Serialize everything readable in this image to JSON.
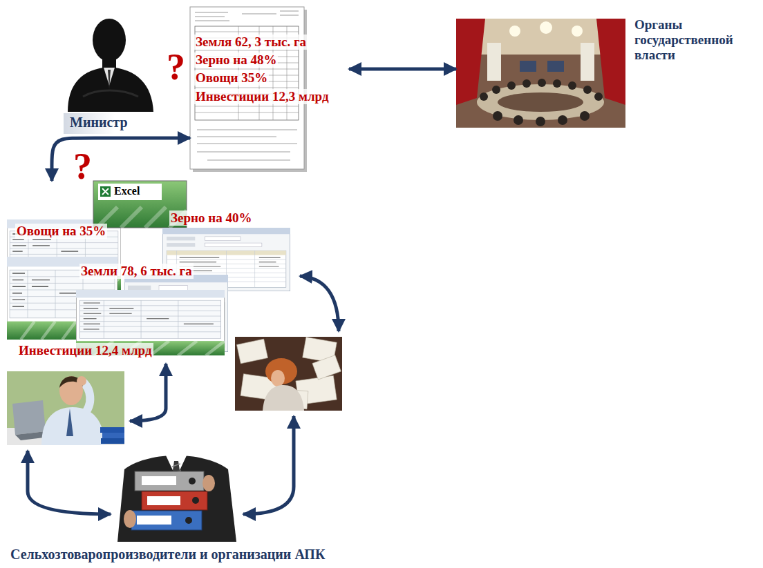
{
  "diagram": {
    "nodes": [
      {
        "text": [
          "Министр"
        ]
      },
      {
        "text": [
          "Земля 62, 3 тыс. га",
          "Зерно на 48%",
          "Овощи 35%",
          "Инвестиции 12,3 млрд"
        ]
      },
      {
        "text": [
          "Органы государственной власти"
        ]
      },
      {
        "text": [
          "Зерно на 40%",
          "Овощи на 35%",
          "Земли 78, 6 тыс. га",
          "Инвестиции 12,4 млрд"
        ]
      },
      {
        "text": [
          "Сельхозтоваропроизводители и организации АПК"
        ]
      }
    ],
    "edges": [
      {
        "from": 1,
        "to": 2,
        "arrow": "both"
      },
      {
        "from": 3,
        "to": 1,
        "arrow": "both"
      }
    ],
    "labels": [
      "?",
      "?",
      "Excel"
    ]
  }
}
